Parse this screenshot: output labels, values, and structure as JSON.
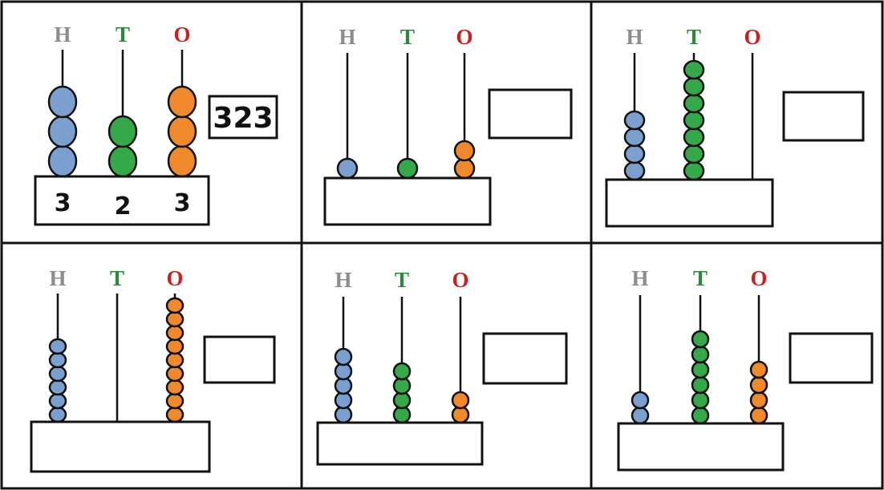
{
  "colors": {
    "hundreds_label": "#8c8c8c",
    "tens_label": "#2a8a3a",
    "ones_label": "#cc1f1f",
    "hundreds_bead": "#7b9fcf",
    "tens_bead": "#35a84a",
    "ones_bead": "#f0892c",
    "outline": "#111111"
  },
  "column_labels": {
    "hundreds": "H",
    "tens": "T",
    "ones": "O"
  },
  "panels": [
    {
      "id": "panel-1",
      "beads": {
        "hundreds": 3,
        "tens": 2,
        "ones": 3
      },
      "digits": {
        "hundreds": "3",
        "tens": "2",
        "ones": "3"
      },
      "answer": "323"
    },
    {
      "id": "panel-2",
      "beads": {
        "hundreds": 1,
        "tens": 1,
        "ones": 2
      },
      "digits": {
        "hundreds": "",
        "tens": "",
        "ones": ""
      },
      "answer": ""
    },
    {
      "id": "panel-3",
      "beads": {
        "hundreds": 4,
        "tens": 7,
        "ones": 0
      },
      "digits": {
        "hundreds": "",
        "tens": "",
        "ones": ""
      },
      "answer": ""
    },
    {
      "id": "panel-4",
      "beads": {
        "hundreds": 6,
        "tens": 0,
        "ones": 9
      },
      "digits": {
        "hundreds": "",
        "tens": "",
        "ones": ""
      },
      "answer": ""
    },
    {
      "id": "panel-5",
      "beads": {
        "hundreds": 5,
        "tens": 4,
        "ones": 2
      },
      "digits": {
        "hundreds": "",
        "tens": "",
        "ones": ""
      },
      "answer": ""
    },
    {
      "id": "panel-6",
      "beads": {
        "hundreds": 2,
        "tens": 6,
        "ones": 4
      },
      "digits": {
        "hundreds": "",
        "tens": "",
        "ones": ""
      },
      "answer": ""
    }
  ]
}
